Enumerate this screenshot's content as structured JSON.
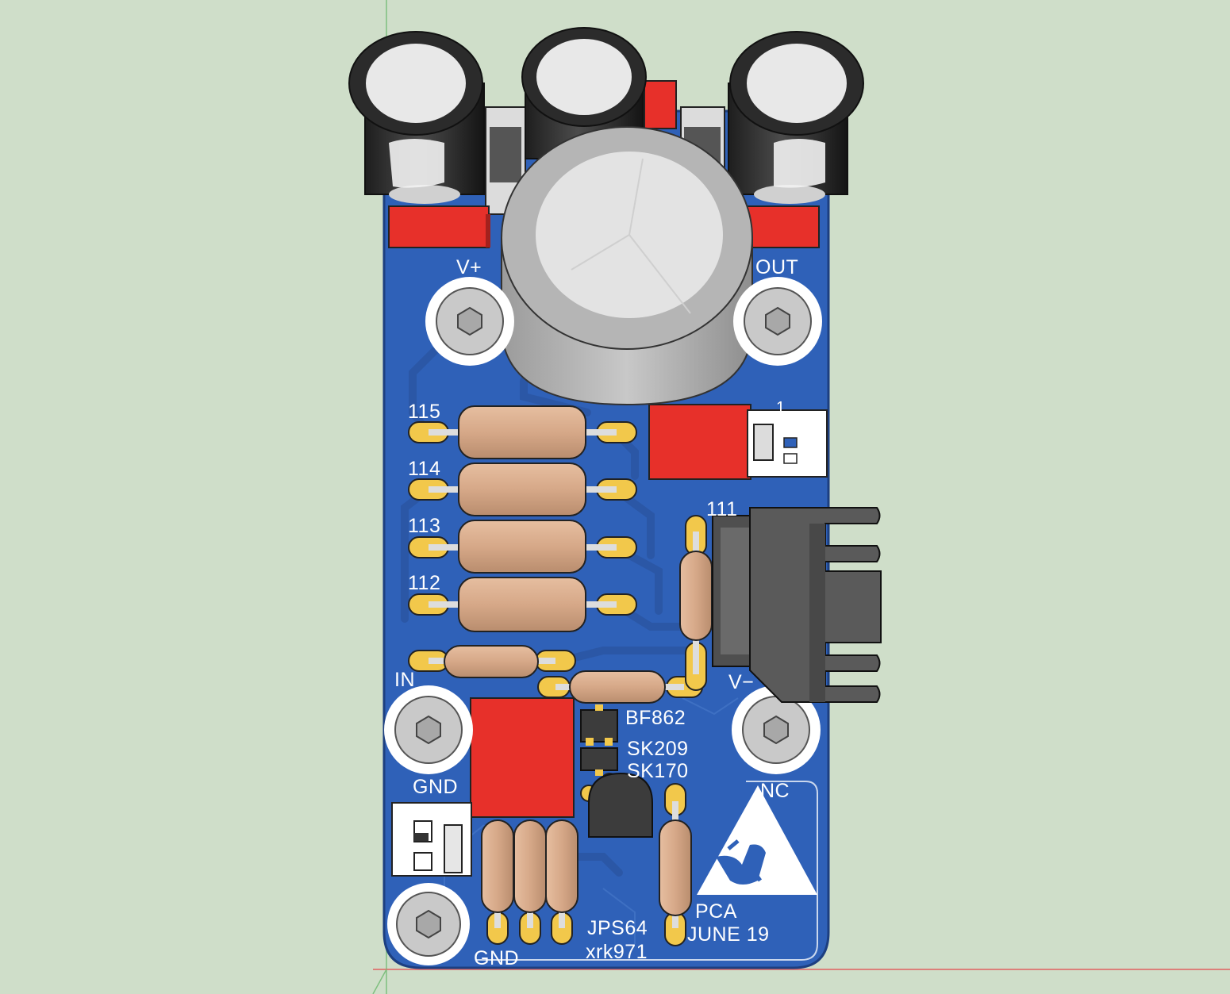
{
  "colors": {
    "background": "#cfdec9",
    "board": "#2f61b8",
    "silkscreen": "#ffffff",
    "pad": "#f2c84b",
    "resistor": "#d6a888",
    "smd_red": "#e7302a",
    "capacitor_dark": "#3a3a3a",
    "heatsink": "#5a5a5a"
  },
  "icons": {
    "esd": "esd-warning-icon",
    "screw": "hex-screw-icon"
  },
  "silkscreen": {
    "v_plus": "V+",
    "out": "OUT",
    "pin1": "1",
    "r115": "115",
    "r114": "114",
    "r113": "113",
    "r112": "112",
    "r111": "111",
    "v_minus": "V−",
    "in": "IN",
    "bf862": "BF862",
    "sk209": "SK209",
    "sk170": "SK170",
    "gnd_left": "GND",
    "nc": "NC",
    "pca": "PCA",
    "date": "JUNE 19",
    "jps64": "JPS64",
    "author": "xrk971",
    "gnd_bottom": "GND"
  }
}
